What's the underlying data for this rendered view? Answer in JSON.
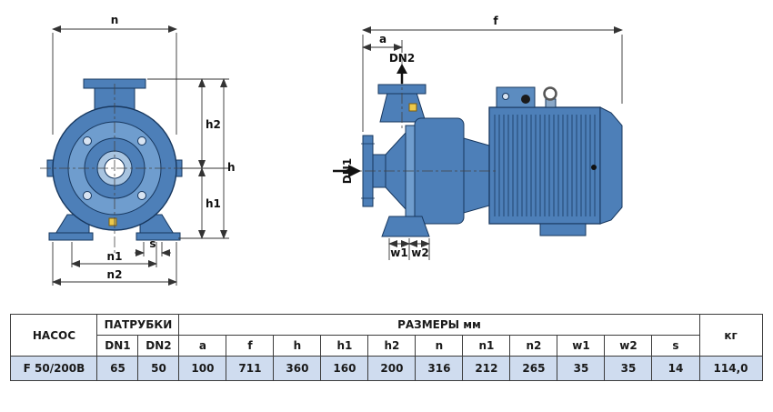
{
  "diagram": {
    "labels": {
      "n": "n",
      "h2": "h2",
      "h": "h",
      "h1": "h1",
      "n1": "n1",
      "n2": "n2",
      "s": "s",
      "f": "f",
      "a": "a",
      "dn1": "DN1",
      "dn2": "DN2",
      "w1": "w1",
      "w2": "w2"
    },
    "colors": {
      "pump_body": "#4d7fb8",
      "pump_body_light": "#6f9dce",
      "pump_body_pale": "#a8c4e0",
      "outline": "#17375e",
      "dimension": "#333333",
      "plug": "#ecc94b"
    }
  },
  "table": {
    "col_pump": "НАСОС",
    "col_ports": "ПАТРУБКИ",
    "col_dims": "РАЗМЕРЫ мм",
    "col_weight": "кг",
    "sub_headers": [
      "DN1",
      "DN2",
      "a",
      "f",
      "h",
      "h1",
      "h2",
      "n",
      "n1",
      "n2",
      "w1",
      "w2",
      "s"
    ],
    "row": {
      "model": "F 50/200B",
      "values": [
        "65",
        "50",
        "100",
        "711",
        "360",
        "160",
        "200",
        "316",
        "212",
        "265",
        "35",
        "35",
        "14"
      ],
      "weight": "114,0"
    }
  }
}
